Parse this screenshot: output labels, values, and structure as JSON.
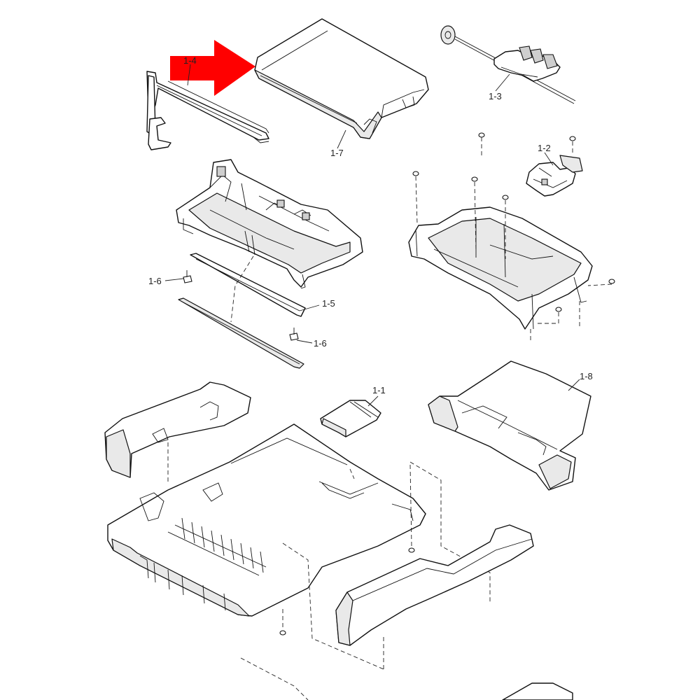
{
  "diagram": {
    "highlight_color": "#ff0000",
    "callouts": {
      "part_1_1": "1-1",
      "part_1_2": "1-2",
      "part_1_3": "1-3",
      "part_1_4": "1-4",
      "part_1_5": "1-5",
      "part_1_6_left": "1-6",
      "part_1_6_right": "1-6",
      "part_1_7": "1-7",
      "part_1_8": "1-8"
    }
  }
}
